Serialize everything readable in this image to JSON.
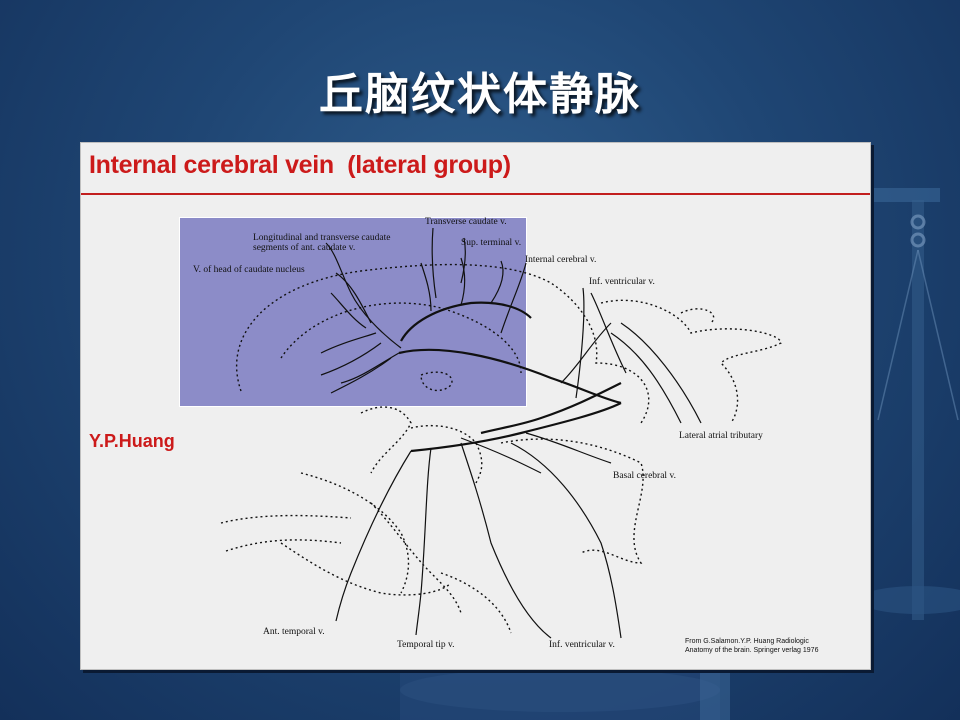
{
  "slide": {
    "title": "丘脑纹状体静脉",
    "background_color": "#1f4674",
    "text_color": "#ffffff"
  },
  "panel": {
    "heading": "Internal cerebral vein  (lateral group)",
    "author": "Y.P.Huang",
    "accent_color": "#cc1a1a",
    "inset_color": "#8c8cc8",
    "labels": {
      "transverse_caudate": "Transverse caudate v.",
      "longitudinal_line1": "Longitudinal and transverse caudate",
      "longitudinal_line2": "segments of ant. caudate v.",
      "sup_terminal": "Sup. terminal v.",
      "head_caudate": "V. of head of caudate nucleus",
      "internal_cerebral": "Internal cerebral v.",
      "inf_ventricular_top": "Inf. ventricular v.",
      "lateral_atrial": "Lateral atrial tributary",
      "basal_cerebral": "Basal cerebral v.",
      "ant_temporal": "Ant. temporal v.",
      "temporal_tip": "Temporal tip v.",
      "inf_ventricular_bottom": "Inf. ventricular v."
    },
    "credit_line1": "From G.Salamon.Y.P. Huang Radiologic",
    "credit_line2": "Anatomy of the brain. Springer verlag 1976"
  }
}
